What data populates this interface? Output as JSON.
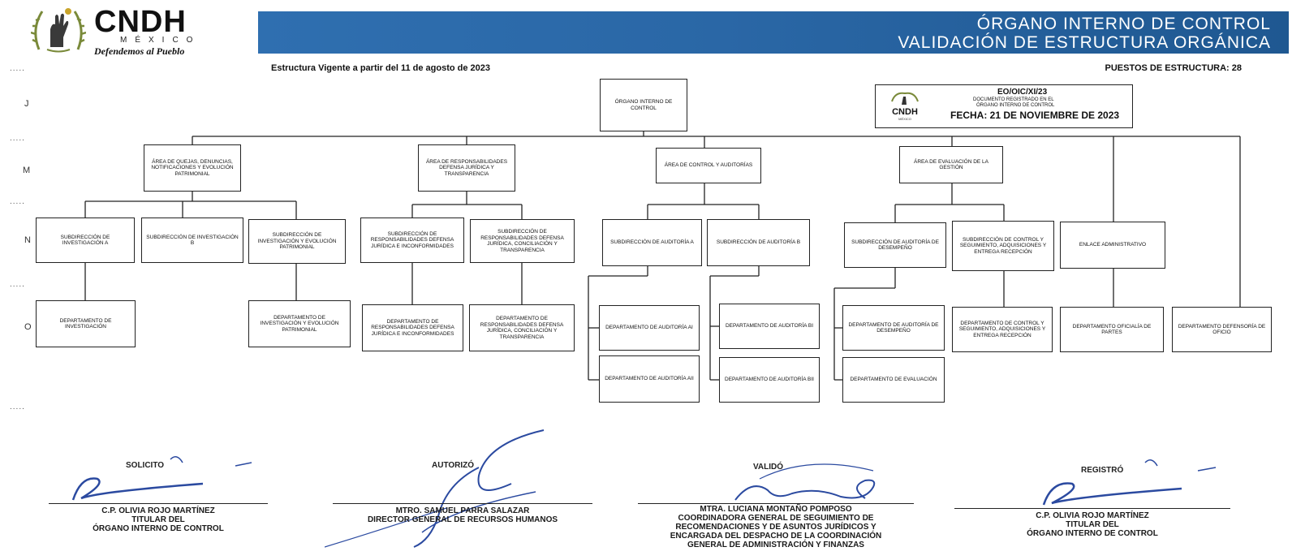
{
  "logo": {
    "name": "CNDH",
    "country": "MÉXICO",
    "motto": "Defendemos al Pueblo"
  },
  "banner": {
    "line1": "ÓRGANO INTERNO DE CONTROL",
    "line2": "VALIDACIÓN DE ESTRUCTURA ORGÁNICA"
  },
  "header": {
    "subtitle": "Estructura Vigente a partir del 11 de agosto de 2023",
    "puestos": "PUESTOS DE ESTRUCTURA: 28"
  },
  "levels": {
    "j": "J",
    "m": "M",
    "n": "N",
    "o": "O",
    "dots": "....."
  },
  "stamp": {
    "id": "EO/OIC/XI/23",
    "line1": "DOCUMENTO REGISTRADO EN EL",
    "line2": "ÓRGANO INTERNO DE CONTROL",
    "fecha": "FECHA: 21 DE NOVIEMBRE DE 2023"
  },
  "org": {
    "root": "ÓRGANO INTERNO DE CONTROL",
    "areas": {
      "quejas": "ÁREA DE QUEJAS, DENUNCIAS, NOTIFICACIONES Y EVOLUCIÓN PATRIMONIAL",
      "responsabilidades": "ÁREA DE RESPONSABILIDADES DEFENSA JURÍDICA Y TRANSPARENCIA",
      "control": "ÁREA DE CONTROL Y AUDITORÍAS",
      "evaluacion": "ÁREA DE EVALUACIÓN DE LA GESTIÓN"
    },
    "sub": {
      "inv_a": "SUBDIRECCIÓN DE INVESTIGACIÓN A",
      "inv_b": "SUBDIRECCIÓN DE INVESTIGACIÓN B",
      "inv_evol": "SUBDIRECCIÓN DE INVESTIGACIÓN Y EVOLUCIÓN PATRIMONIAL",
      "resp_def": "SUBDIRECCIÓN DE RESPONSABILIDADES DEFENSA JURÍDICA E INCONFORMIDADES",
      "resp_conc": "SUBDIRECCIÓN DE RESPONSABILIDADES DEFENSA JURÍDICA, CONCILIACIÓN Y TRANSPARENCIA",
      "aud_a": "SUBDIRECCIÓN DE AUDITORÍA A",
      "aud_b": "SUBDIRECCIÓN DE AUDITORÍA B",
      "desempeno": "SUBDIRECCIÓN DE AUDITORÍA DE DESEMPEÑO",
      "ctrl_seg": "SUBDIRECCIÓN DE CONTROL Y SEGUIMIENTO, ADQUISICIONES Y ENTREGA RECEPCIÓN",
      "enlace": "ENLACE ADMINISTRATIVO"
    },
    "dept": {
      "investigacion": "DEPARTAMENTO DE INVESTIGACIÓN",
      "inv_evol": "DEPARTAMENTO DE INVESTIGACIÓN Y EVOLUCIÓN PATRIMONIAL",
      "resp_def": "DEPARTAMENTO DE RESPONSABILIDADES DEFENSA JURÍDICA E INCONFORMIDADES",
      "resp_conc": "DEPARTAMENTO DE RESPONSABILIDADES DEFENSA JURÍDICA, CONCILIACIÓN Y TRANSPARENCIA",
      "aud_ai": "DEPARTAMENTO DE AUDITORÍA AI",
      "aud_aii": "DEPARTAMENTO DE AUDITORÍA AII",
      "aud_bi": "DEPARTAMENTO DE AUDITORÍA BI",
      "aud_bii": "DEPARTAMENTO DE AUDITORÍA BII",
      "desempeno": "DEPARTAMENTO DE AUDITORÍA DE DESEMPEÑO",
      "evaluacion": "DEPARTAMENTO DE EVALUACIÓN",
      "ctrl_seg": "DEPARTAMENTO DE CONTROL Y SEGUIMIENTO, ADQUISICIONES Y ENTREGA RECEPCIÓN",
      "oficialia": "DEPARTAMENTO OFICIALÍA DE PARTES",
      "defensoria": "DEPARTAMENTO DEFENSORÍA DE OFICIO"
    }
  },
  "signatures": {
    "solicito": {
      "label": "SOLICITO",
      "l1": "C.P. OLIVIA ROJO MARTÍNEZ",
      "l2": "TITULAR DEL",
      "l3": "ÓRGANO INTERNO DE CONTROL"
    },
    "autorizo": {
      "label": "AUTORIZÓ",
      "l1": "MTRO. SAMUEL PARRA SALAZAR",
      "l2": "DIRECTOR GENERAL DE RECURSOS HUMANOS"
    },
    "valido": {
      "label": "VALIDÓ",
      "l1": "MTRA. LUCIANA MONTAÑO POMPOSO",
      "l2": "COORDINADORA GENERAL DE SEGUIMIENTO DE",
      "l3": "RECOMENDACIONES Y DE ASUNTOS JURÍDICOS Y",
      "l4": "ENCARGADA DEL DESPACHO DE LA COORDINACIÓN",
      "l5": "GENERAL DE ADMINISTRACIÓN Y FINANZAS"
    },
    "registro": {
      "label": "REGISTRÓ",
      "l1": "C.P. OLIVIA ROJO MARTÍNEZ",
      "l2": "TITULAR DEL",
      "l3": "ÓRGANO INTERNO DE CONTROL"
    }
  },
  "colors": {
    "banner": "#2a67a6",
    "ink": "#2b4aa0"
  }
}
